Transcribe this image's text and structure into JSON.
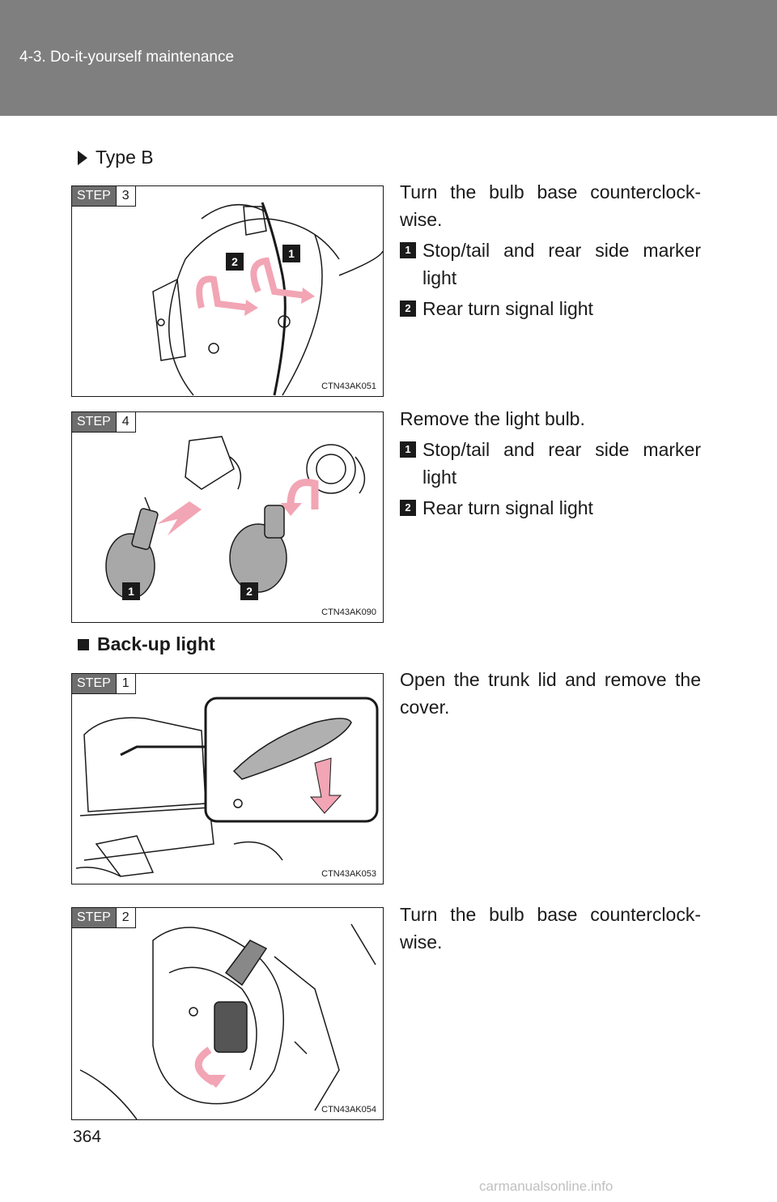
{
  "header": {
    "section": "4-3. Do-it-yourself maintenance"
  },
  "type_label": "Type B",
  "section_title": "Back-up light",
  "figures": [
    {
      "step_label": "STEP",
      "step_number": "3",
      "code": "CTN43AK051"
    },
    {
      "step_label": "STEP",
      "step_number": "4",
      "code": "CTN43AK090"
    },
    {
      "step_label": "STEP",
      "step_number": "1",
      "code": "CTN43AK053"
    },
    {
      "step_label": "STEP",
      "step_number": "2",
      "code": "CTN43AK054"
    }
  ],
  "figure_badges": [
    "1",
    "2"
  ],
  "instructions": [
    {
      "text": "Turn the bulb base counterclock-wise.",
      "items": [
        {
          "num": "1",
          "text": "Stop/tail and rear side marker light"
        },
        {
          "num": "2",
          "text": "Rear turn signal light"
        }
      ]
    },
    {
      "text": "Remove the light bulb.",
      "items": [
        {
          "num": "1",
          "text": "Stop/tail and rear side marker light"
        },
        {
          "num": "2",
          "text": "Rear turn signal light"
        }
      ]
    },
    {
      "text": "Open the trunk lid and remove the cover."
    },
    {
      "text": "Turn the bulb base counterclock-wise."
    }
  ],
  "page_number": "364",
  "footer": "carmanualsonline.info",
  "colors": {
    "header_bg": "#7f7f7f",
    "arrow_pink": "#f2a5b4",
    "step_bg": "#6e6e6e"
  }
}
